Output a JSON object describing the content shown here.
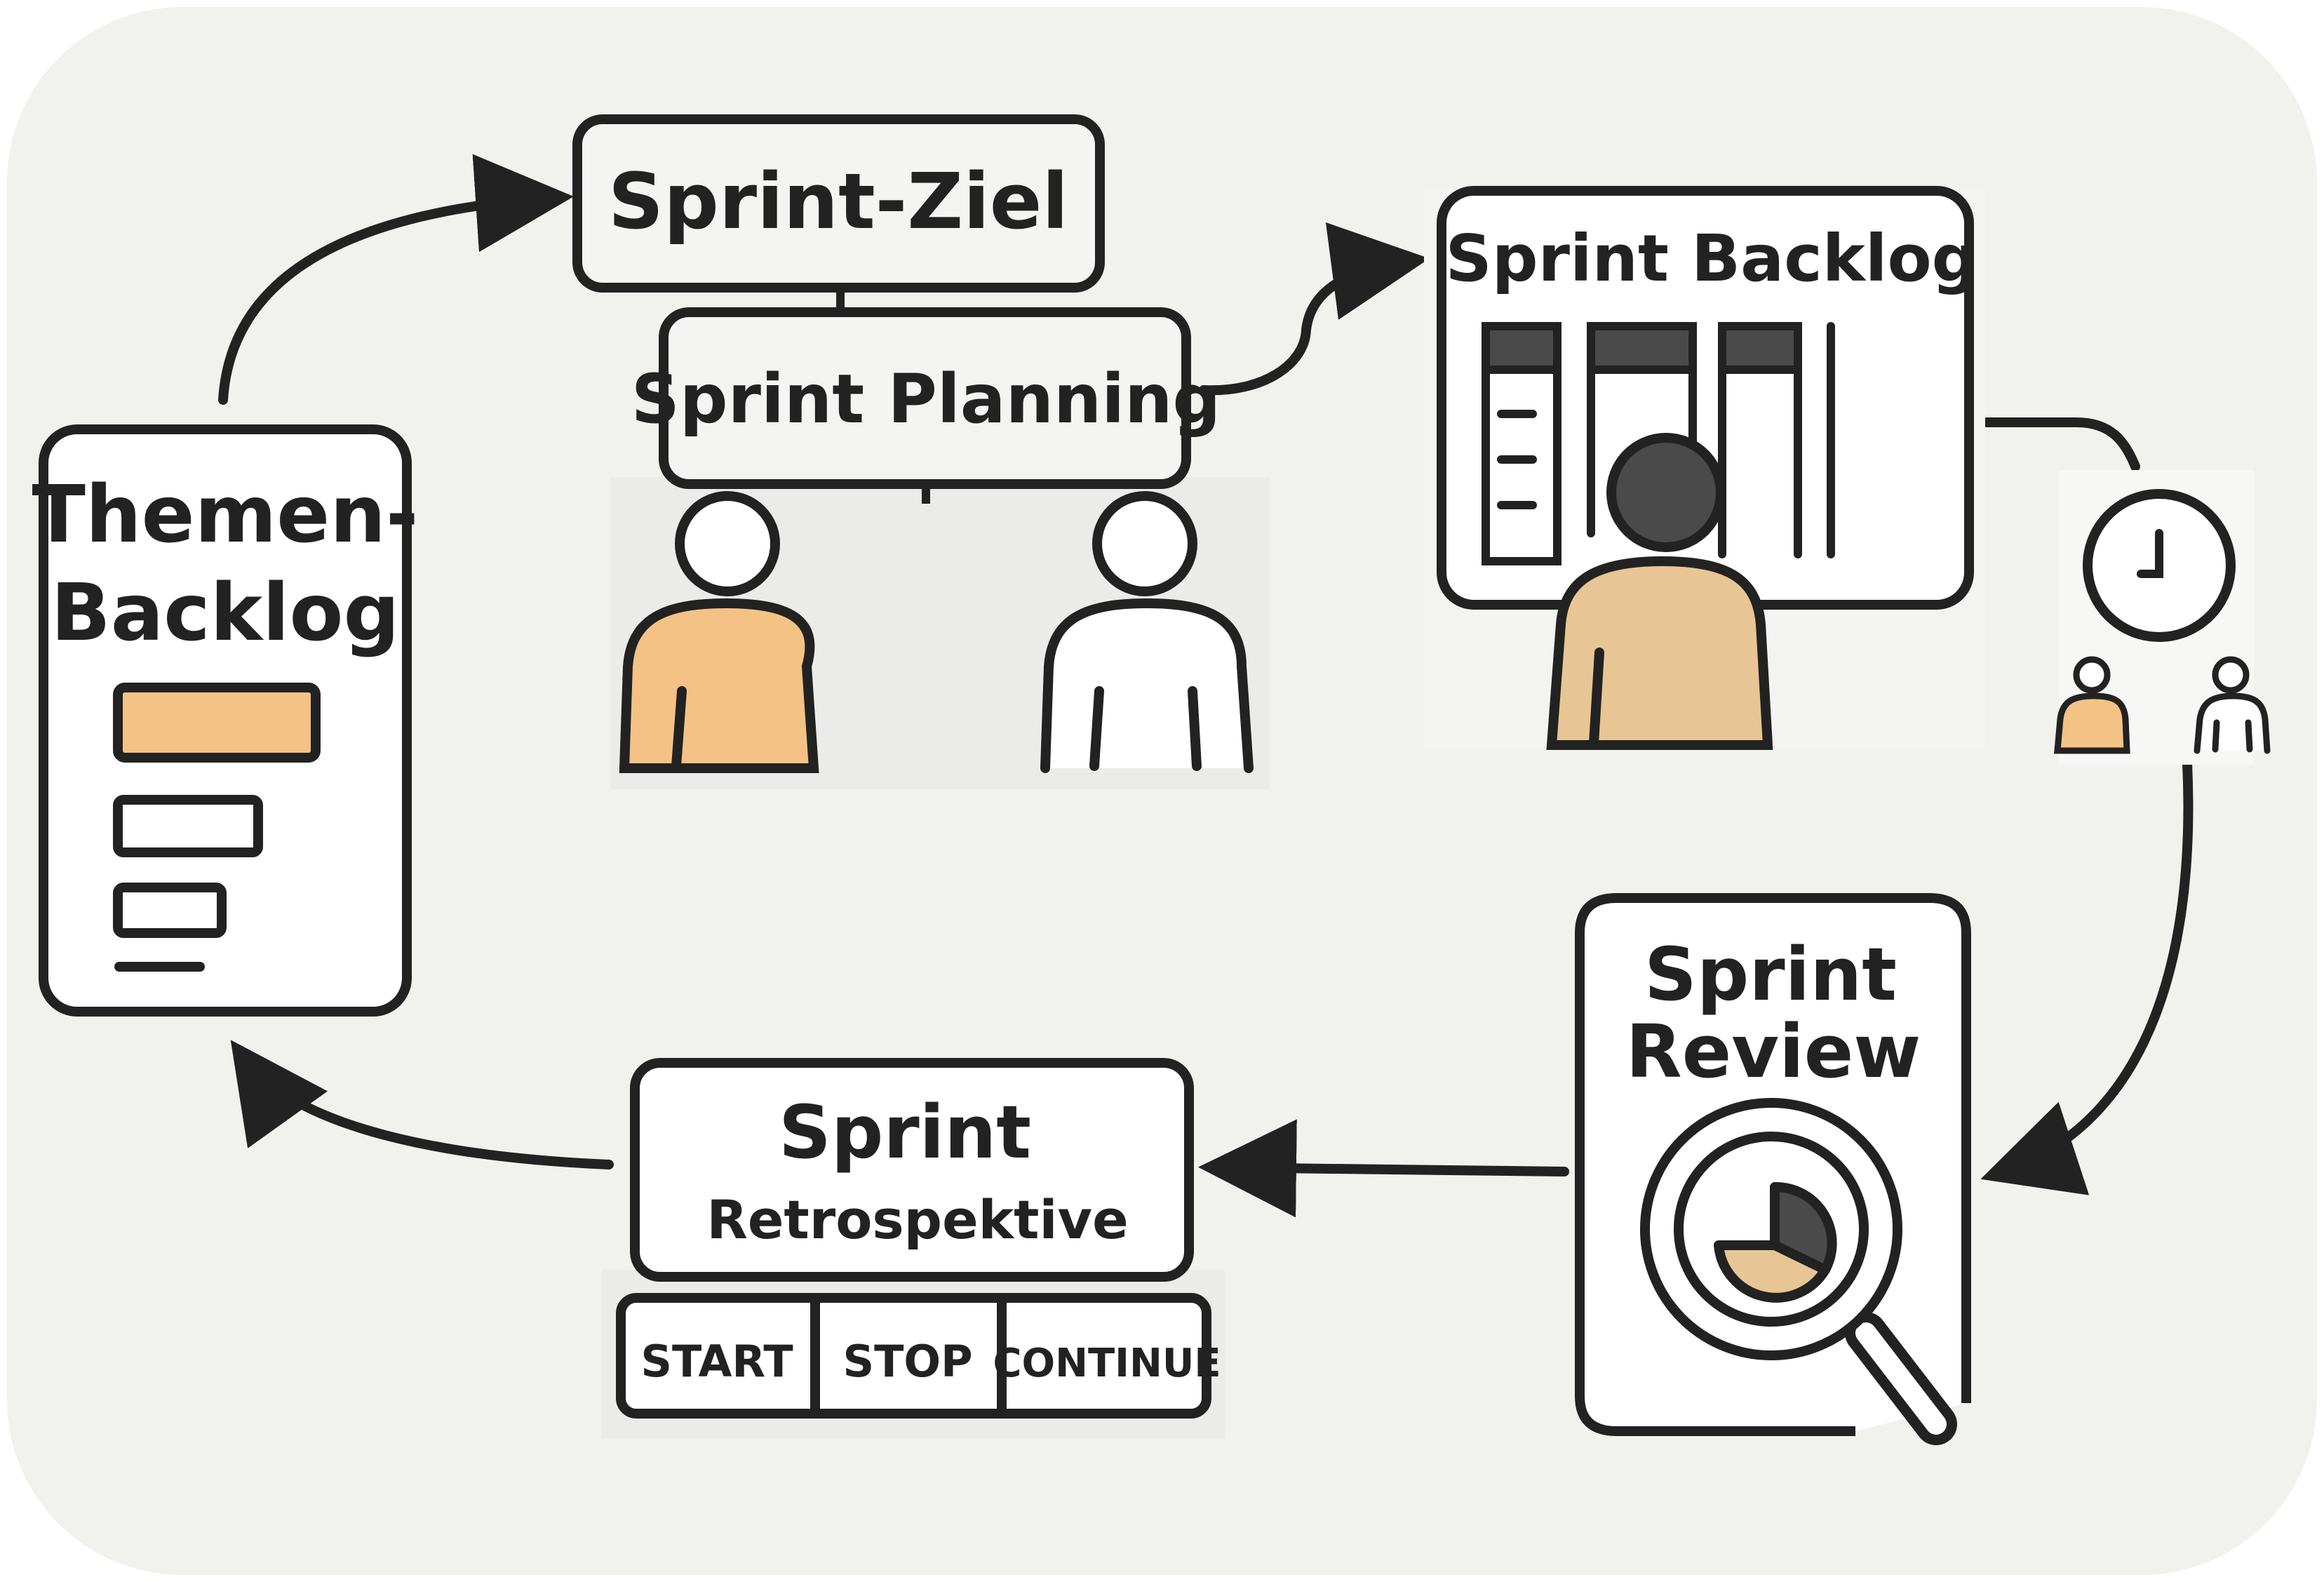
{
  "colors": {
    "background": "#f1f1ee",
    "stroke": "#222222",
    "accent": "#f4c285",
    "dark": "#4a4a4a",
    "white": "#ffffff"
  },
  "nodes": {
    "themen_backlog": {
      "line1": "Themen-",
      "line2": "Backlog"
    },
    "sprint_ziel": {
      "label": "Sprint-Ziel"
    },
    "sprint_planning": {
      "label": "Sprint Planning"
    },
    "sprint_backlog": {
      "label": "Sprint Backlog"
    },
    "sprint_review": {
      "line1": "Sprint",
      "line2": "Review"
    },
    "sprint_retro": {
      "line1": "Sprint",
      "line2": "Retrospektive"
    }
  },
  "retro_columns": [
    "START",
    "STOP",
    "CONTINUE"
  ],
  "icons": {
    "themen_backlog": "list-icon",
    "planning_people": "people-icon",
    "sprint_backlog": "kanban-board-icon",
    "daily": "clock-icon",
    "review": "magnifier-pie-chart-icon"
  }
}
